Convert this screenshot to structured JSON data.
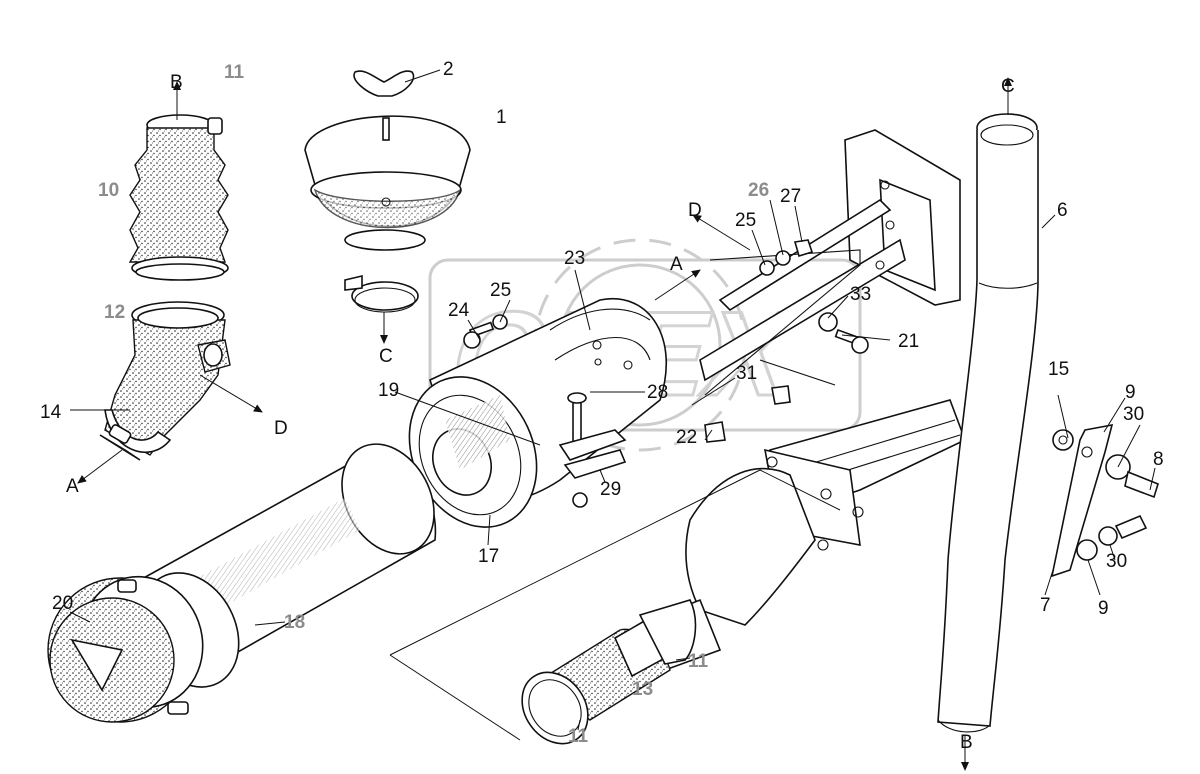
{
  "diagram": {
    "part_labels": [
      {
        "id": "p1",
        "text": "1",
        "tone": "dark"
      },
      {
        "id": "p2",
        "text": "2",
        "tone": "dark"
      },
      {
        "id": "p6",
        "text": "6",
        "tone": "dark"
      },
      {
        "id": "p7",
        "text": "7",
        "tone": "dark"
      },
      {
        "id": "p8",
        "text": "8",
        "tone": "dark"
      },
      {
        "id": "p9a",
        "text": "9",
        "tone": "dark"
      },
      {
        "id": "p9b",
        "text": "9",
        "tone": "dark"
      },
      {
        "id": "p10",
        "text": "10",
        "tone": "grey"
      },
      {
        "id": "p11a",
        "text": "11",
        "tone": "grey"
      },
      {
        "id": "p11b",
        "text": "11",
        "tone": "grey"
      },
      {
        "id": "p11c",
        "text": "11",
        "tone": "grey"
      },
      {
        "id": "p12",
        "text": "12",
        "tone": "grey"
      },
      {
        "id": "p13",
        "text": "13",
        "tone": "grey"
      },
      {
        "id": "p14",
        "text": "14",
        "tone": "dark"
      },
      {
        "id": "p15",
        "text": "15",
        "tone": "dark"
      },
      {
        "id": "p17",
        "text": "17",
        "tone": "dark"
      },
      {
        "id": "p18",
        "text": "18",
        "tone": "grey"
      },
      {
        "id": "p19",
        "text": "19",
        "tone": "dark"
      },
      {
        "id": "p20",
        "text": "20",
        "tone": "dark"
      },
      {
        "id": "p21",
        "text": "21",
        "tone": "dark"
      },
      {
        "id": "p22",
        "text": "22",
        "tone": "dark"
      },
      {
        "id": "p23",
        "text": "23",
        "tone": "dark"
      },
      {
        "id": "p24",
        "text": "24",
        "tone": "dark"
      },
      {
        "id": "p25a",
        "text": "25",
        "tone": "dark"
      },
      {
        "id": "p25b",
        "text": "25",
        "tone": "dark"
      },
      {
        "id": "p26",
        "text": "26",
        "tone": "grey"
      },
      {
        "id": "p27",
        "text": "27",
        "tone": "dark"
      },
      {
        "id": "p28",
        "text": "28",
        "tone": "dark"
      },
      {
        "id": "p29",
        "text": "29",
        "tone": "dark"
      },
      {
        "id": "p30a",
        "text": "30",
        "tone": "dark"
      },
      {
        "id": "p30b",
        "text": "30",
        "tone": "dark"
      },
      {
        "id": "p31",
        "text": "31",
        "tone": "dark"
      },
      {
        "id": "p33",
        "text": "33",
        "tone": "dark"
      }
    ],
    "connection_labels": [
      {
        "id": "cA1",
        "text": "A"
      },
      {
        "id": "cA2",
        "text": "A"
      },
      {
        "id": "cB1",
        "text": "B"
      },
      {
        "id": "cB2",
        "text": "B"
      },
      {
        "id": "cC1",
        "text": "C"
      },
      {
        "id": "cC2",
        "text": "C"
      },
      {
        "id": "cD1",
        "text": "D"
      },
      {
        "id": "cD2",
        "text": "D"
      }
    ],
    "watermark": "OPEX",
    "colors": {
      "line": "#111111",
      "grey_label": "#8c8c8c",
      "watermark": "#c8c8c8",
      "background": "#ffffff"
    }
  }
}
